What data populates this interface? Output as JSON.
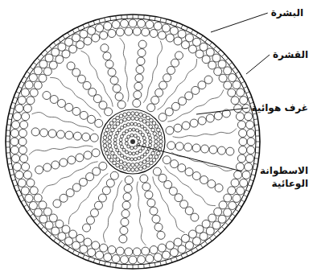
{
  "diagram": {
    "labels": [
      "البشرة",
      "القشرة",
      "غرف هوائية",
      "الاسطوانة الوعائية"
    ]
  }
}
